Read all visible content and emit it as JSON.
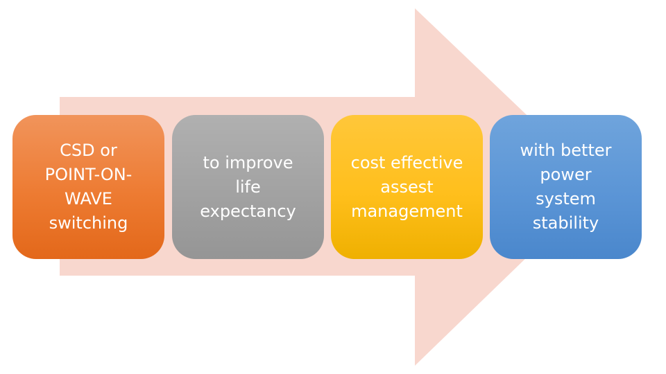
{
  "diagram": {
    "arrow_color": "#f8d7ce",
    "steps": [
      {
        "lines": [
          "CSD or",
          "POINT-ON-",
          "WAVE",
          "switching"
        ],
        "color": "#ed7d31"
      },
      {
        "lines": [
          "to improve",
          "life",
          "expectancy"
        ],
        "color": "#a5a5a5"
      },
      {
        "lines": [
          "cost effective",
          "assest",
          "management"
        ],
        "color": "#ffc000"
      },
      {
        "lines": [
          "with better",
          "power",
          "system",
          "stability"
        ],
        "color": "#5b9bd5"
      }
    ]
  }
}
